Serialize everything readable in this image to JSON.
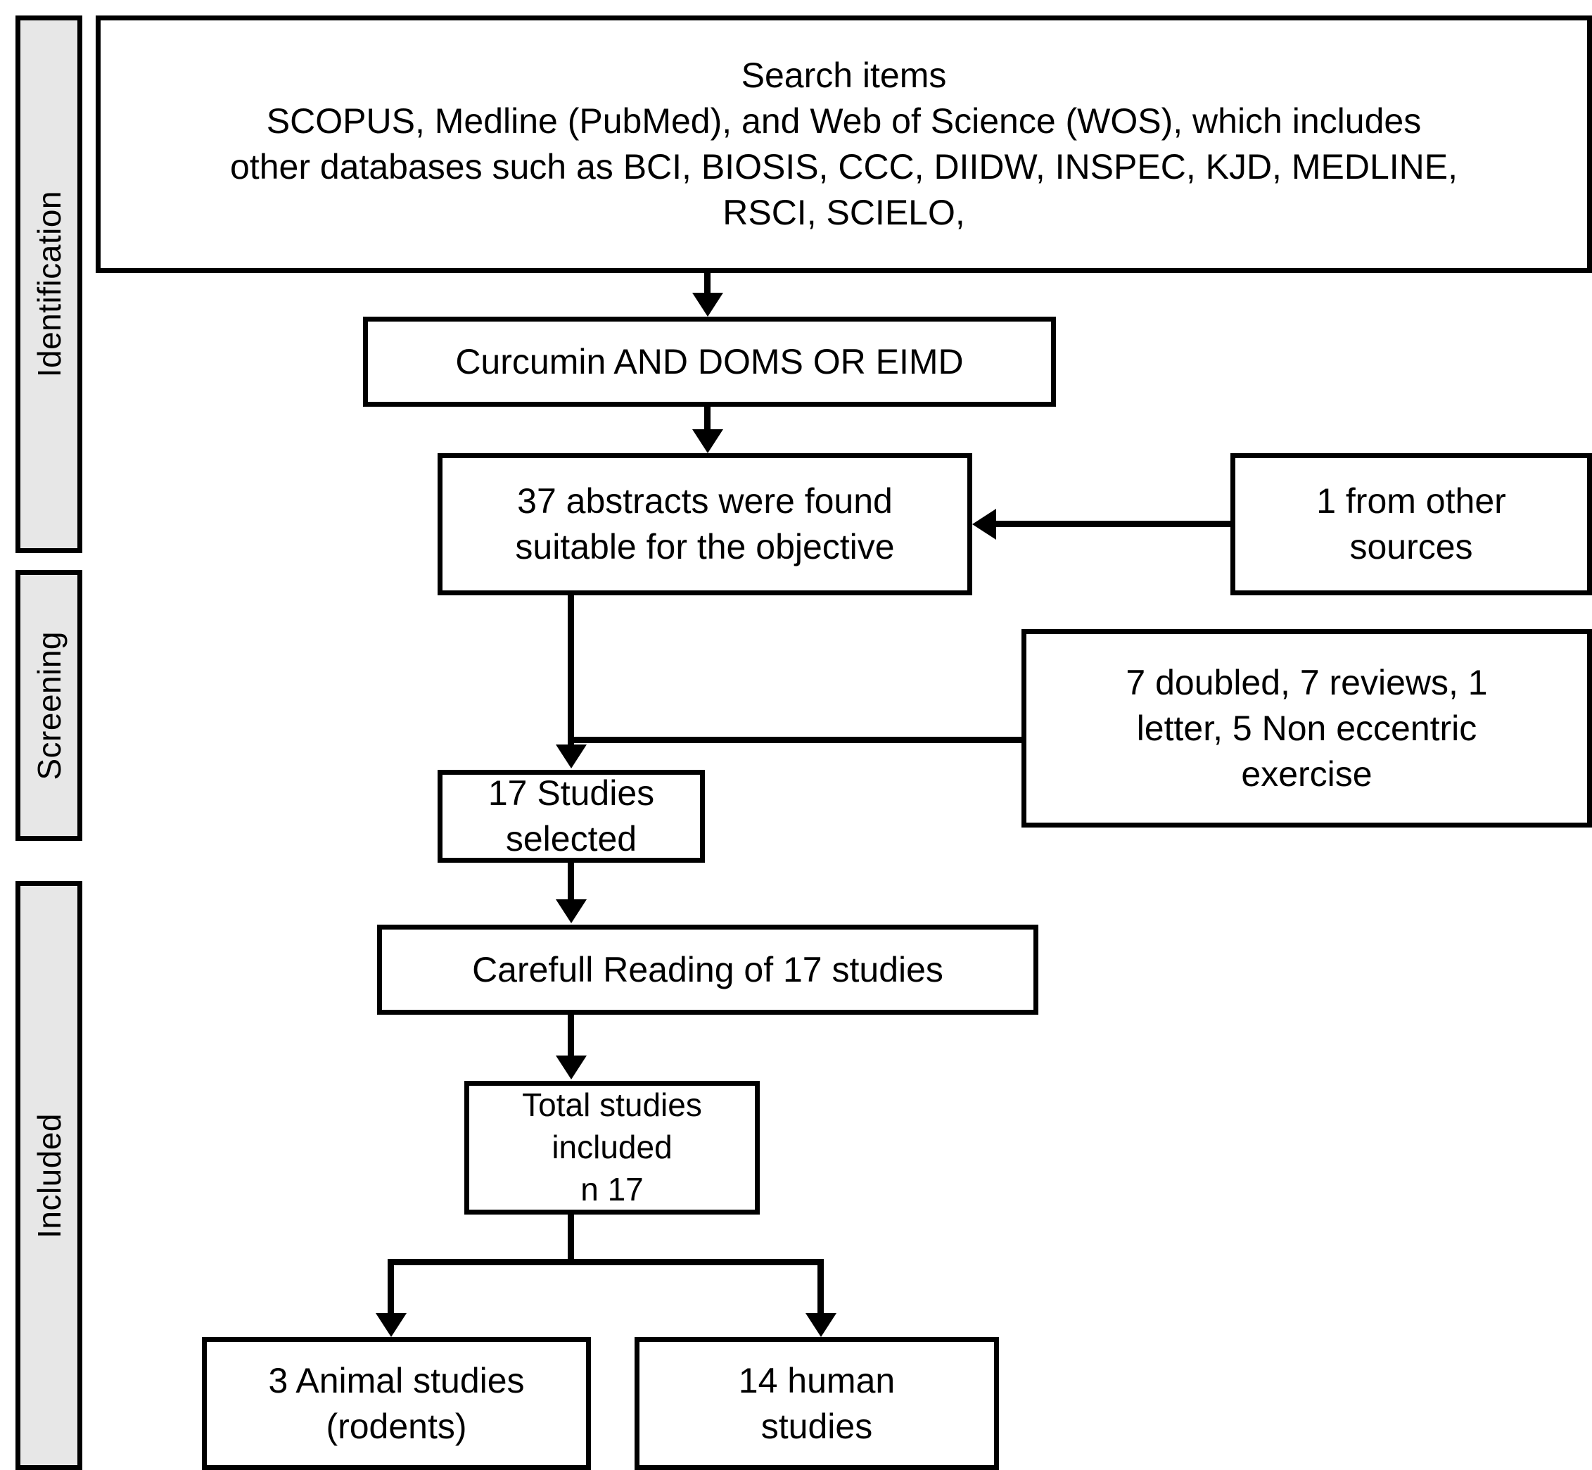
{
  "diagram": {
    "title": "PRISMA study selection flow diagram",
    "stages": [
      {
        "id": "identification",
        "label": "Identification"
      },
      {
        "id": "screening",
        "label": "Screening"
      },
      {
        "id": "included",
        "label": "Included"
      }
    ],
    "nodes": {
      "search_items": {
        "label": "Search items\nSCOPUS, Medline (PubMed), and Web of Science (WOS), which includes\nother databases such as BCI, BIOSIS, CCC, DIIDW, INSPEC, KJD, MEDLINE,\nRSCI, SCIELO,"
      },
      "query": {
        "label": "Curcumin AND DOMS OR EIMD"
      },
      "abstracts_found": {
        "label": "37  abstracts were found\nsuitable for the objective"
      },
      "other_sources": {
        "label": "1 from other\nsources"
      },
      "excluded": {
        "label": "7 doubled, 7 reviews, 1\nletter, 5 Non eccentric\nexercise"
      },
      "studies_selected": {
        "label": "17 Studies selected"
      },
      "careful_reading": {
        "label": "Carefull Reading of 17 studies"
      },
      "total_included": {
        "label": "Total studies included\nn 17"
      },
      "animal_studies": {
        "label": "3 Animal studies\n(rodents)"
      },
      "human_studies": {
        "label": "14 human\nstudies"
      }
    },
    "colors": {
      "stage_fill": "#e7e7e7",
      "stroke": "#000000",
      "node_fill": "#ffffff"
    }
  }
}
